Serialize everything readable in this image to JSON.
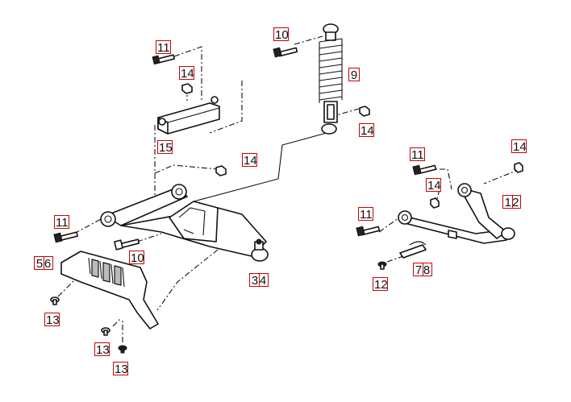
{
  "diagram": {
    "callouts": {
      "c11a": "11",
      "c14a": "14",
      "c15": "15",
      "c10a": "10",
      "c9": "9",
      "c14b": "14",
      "c14c": "14",
      "c11b": "11",
      "c10b": "10",
      "c56": [
        "5",
        "6"
      ],
      "c34": [
        "3",
        "4"
      ],
      "c13a": "13",
      "c13b": "13",
      "c13c": "13",
      "c14d": "14",
      "c11c": "11",
      "c14e": "14",
      "c11d": "11",
      "c12a": [
        "1",
        "2"
      ],
      "c12b": "12",
      "c78": [
        "7",
        "8"
      ]
    }
  }
}
